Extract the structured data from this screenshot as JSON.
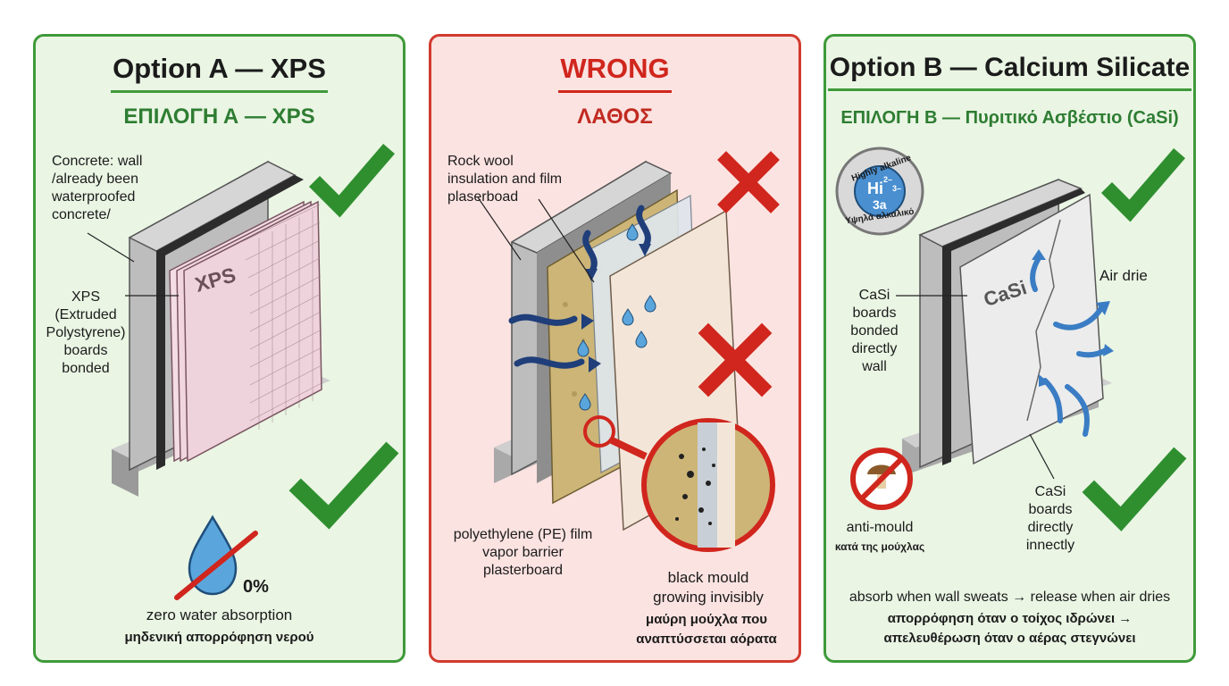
{
  "option_a": {
    "title": "Option A — XPS",
    "subtitle": "ΕΠΙΛΟΓΗ Α — XPS",
    "label_concrete": "Concrete: wall\n/already been\nwaterproofed\nconcrete/",
    "label_xps": "XPS\n(Extruded\nPolystyrene)\nboards\nbonded",
    "board_text": "XPS",
    "percent": "0%",
    "caption_en": "zero water absorption",
    "caption_gr": "μηδενική απορρόφηση νερού"
  },
  "wrong": {
    "title": "WRONG",
    "subtitle": "ΛΑΘΟΣ",
    "label_rockwool": "Rock wool\ninsulation and film\nplaserboad",
    "label_pe": "polyethylene (PE) film\nvapor barrier\nplasterboard",
    "caption_en": "black mould\ngrowing invisibly",
    "caption_gr": "μαύρη μούχλα που\nαναπτύσσεται αόρατα"
  },
  "option_b": {
    "title": "Option B — Calcium Silicate",
    "subtitle": "ΕΠΙΛΟΓΗ Β — Πυριτικό Ασβέστιο (CaSi)",
    "badge_top": "Highly alkaline",
    "badge_center": "Hi",
    "badge_center_sup": "2–",
    "badge_center_sup2": "3–",
    "badge_center_sub": "3a",
    "badge_bottom": "Υψηλά αλκαλικό",
    "label_casi_left": "CaSi\nboards\nbonded\ndirectly\nwall",
    "label_air": "Air drie",
    "board_text": "CaSi",
    "label_antimould_en": "anti-mould",
    "label_antimould_gr": "κατά της μούχλας",
    "label_casi_bottom": "CaSi\nboards\ndirectly\ninnectly",
    "caption_en": "absorb when wall sweats → release when air dries",
    "caption_gr": "απορρόφηση όταν ο τοίχος ιδρώνει →\nαπελευθέρωση όταν ο αέρας στεγνώνει"
  },
  "colors": {
    "green": "#2e7d32",
    "red": "#d0261d",
    "concrete": "#b9b9b9",
    "xps_pink": "#efd3dc",
    "rockwool": "#cdb577",
    "casi": "#ececec",
    "water_blue": "#5aa6dc"
  }
}
